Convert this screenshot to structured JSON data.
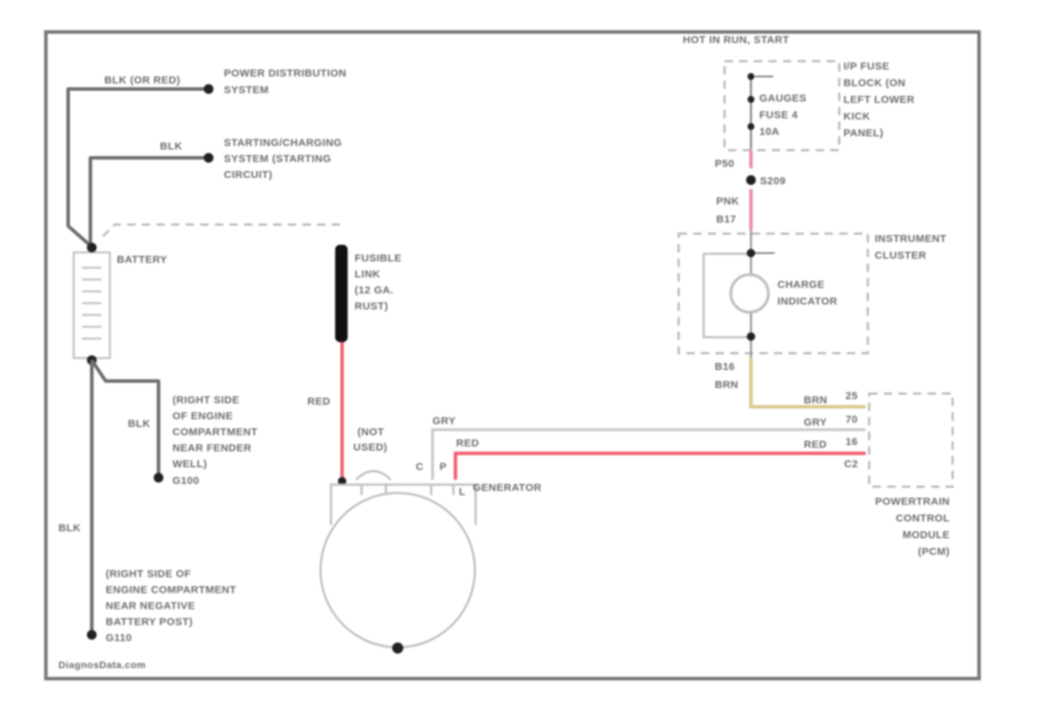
{
  "labels": {
    "hot_in": "HOT IN RUN, START",
    "fuse_block": [
      "I/P FUSE",
      "BLOCK (ON",
      "LEFT LOWER",
      "KICK",
      "PANEL)"
    ],
    "gauges_fuse": [
      "GAUGES",
      "FUSE 4",
      "10A"
    ],
    "p50": "P50",
    "s209": "S209",
    "pnk": "PNK",
    "b17": "B17",
    "instrument_cluster": [
      "INSTRUMENT",
      "CLUSTER"
    ],
    "charge_indicator": [
      "CHARGE",
      "INDICATOR"
    ],
    "b16": "B16",
    "brn": "BRN",
    "pcm_wires": [
      {
        "color": "BRN",
        "pin": "25"
      },
      {
        "color": "GRY",
        "pin": "70"
      },
      {
        "color": "RED",
        "pin": "16"
      }
    ],
    "c2": "C2",
    "pcm": [
      "POWERTRAIN",
      "CONTROL",
      "MODULE",
      "(PCM)"
    ],
    "blk_or_red": "BLK (OR RED)",
    "power_distribution": [
      "POWER DISTRIBUTION",
      "SYSTEM"
    ],
    "blk": "BLK",
    "starting_charging": [
      "STARTING/CHARGING",
      "SYSTEM (STARTING",
      "CIRCUIT)"
    ],
    "battery": "BATTERY",
    "fusible_link": [
      "FUSIBLE",
      "LINK",
      "(12 GA.",
      "RUST)"
    ],
    "red": "RED",
    "not_used": [
      "(NOT",
      "USED)"
    ],
    "gry": "GRY",
    "terminal_c": "C",
    "terminal_p": "P",
    "terminal_l": "L",
    "generator": "GENERATOR",
    "ground_g100": [
      "(RIGHT SIDE",
      "OF ENGINE",
      "COMPARTMENT",
      "NEAR FENDER",
      "WELL)",
      "G100"
    ],
    "ground_g110": [
      "(RIGHT SIDE OF",
      "ENGINE COMPARTMENT",
      "NEAR NEGATIVE",
      "BATTERY POST)",
      "G110"
    ],
    "watermark": "DiagnosData.com"
  },
  "colors": {
    "frame": "#777777",
    "black_wire": "#6c6c6c",
    "red_wire": "#f06070",
    "pink_wire": "#f08aa8",
    "gray_wire": "#c8c8c8",
    "brown_wire": "#d9c98e"
  }
}
